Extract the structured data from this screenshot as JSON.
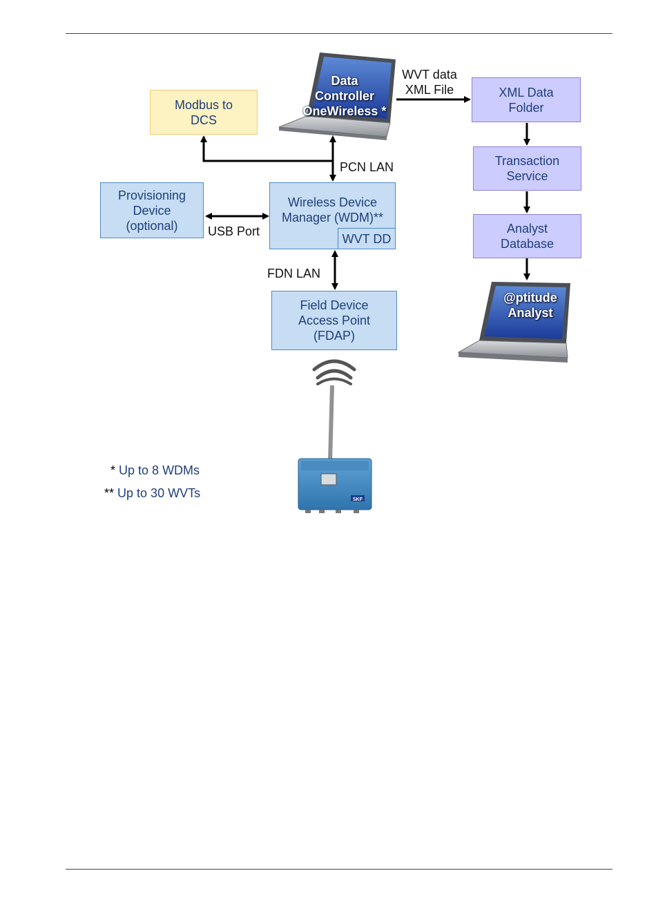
{
  "boxes": {
    "modbus": [
      "Modbus to",
      "DCS"
    ],
    "provisioning": [
      "Provisioning",
      "Device",
      "(optional)"
    ],
    "wdm": [
      "Wireless Device",
      "Manager (WDM)**"
    ],
    "wvt_dd": "WVT DD",
    "fdap": [
      "Field Device",
      "Access Point",
      "(FDAP)"
    ],
    "xml_folder": [
      "XML Data",
      "Folder"
    ],
    "transaction": [
      "Transaction",
      "Service"
    ],
    "analyst_db": [
      "Analyst",
      "Database"
    ]
  },
  "laptops": {
    "data_controller": [
      "Data",
      "Controller",
      "OneWireless *"
    ],
    "aptitude": [
      "@ptitude",
      "Analyst"
    ]
  },
  "connections": {
    "wvt_data": [
      "WVT data",
      "XML File"
    ],
    "pcn_lan": "PCN  LAN",
    "usb_port": "USB  Port",
    "fdn_lan": "FDN LAN"
  },
  "notes": {
    "wdm_star": "*",
    "wdm_text": "Up to 8 WDMs",
    "wvt_star": "**",
    "wvt_text": "Up to 30 WVTs"
  },
  "device_brand": "SKF"
}
